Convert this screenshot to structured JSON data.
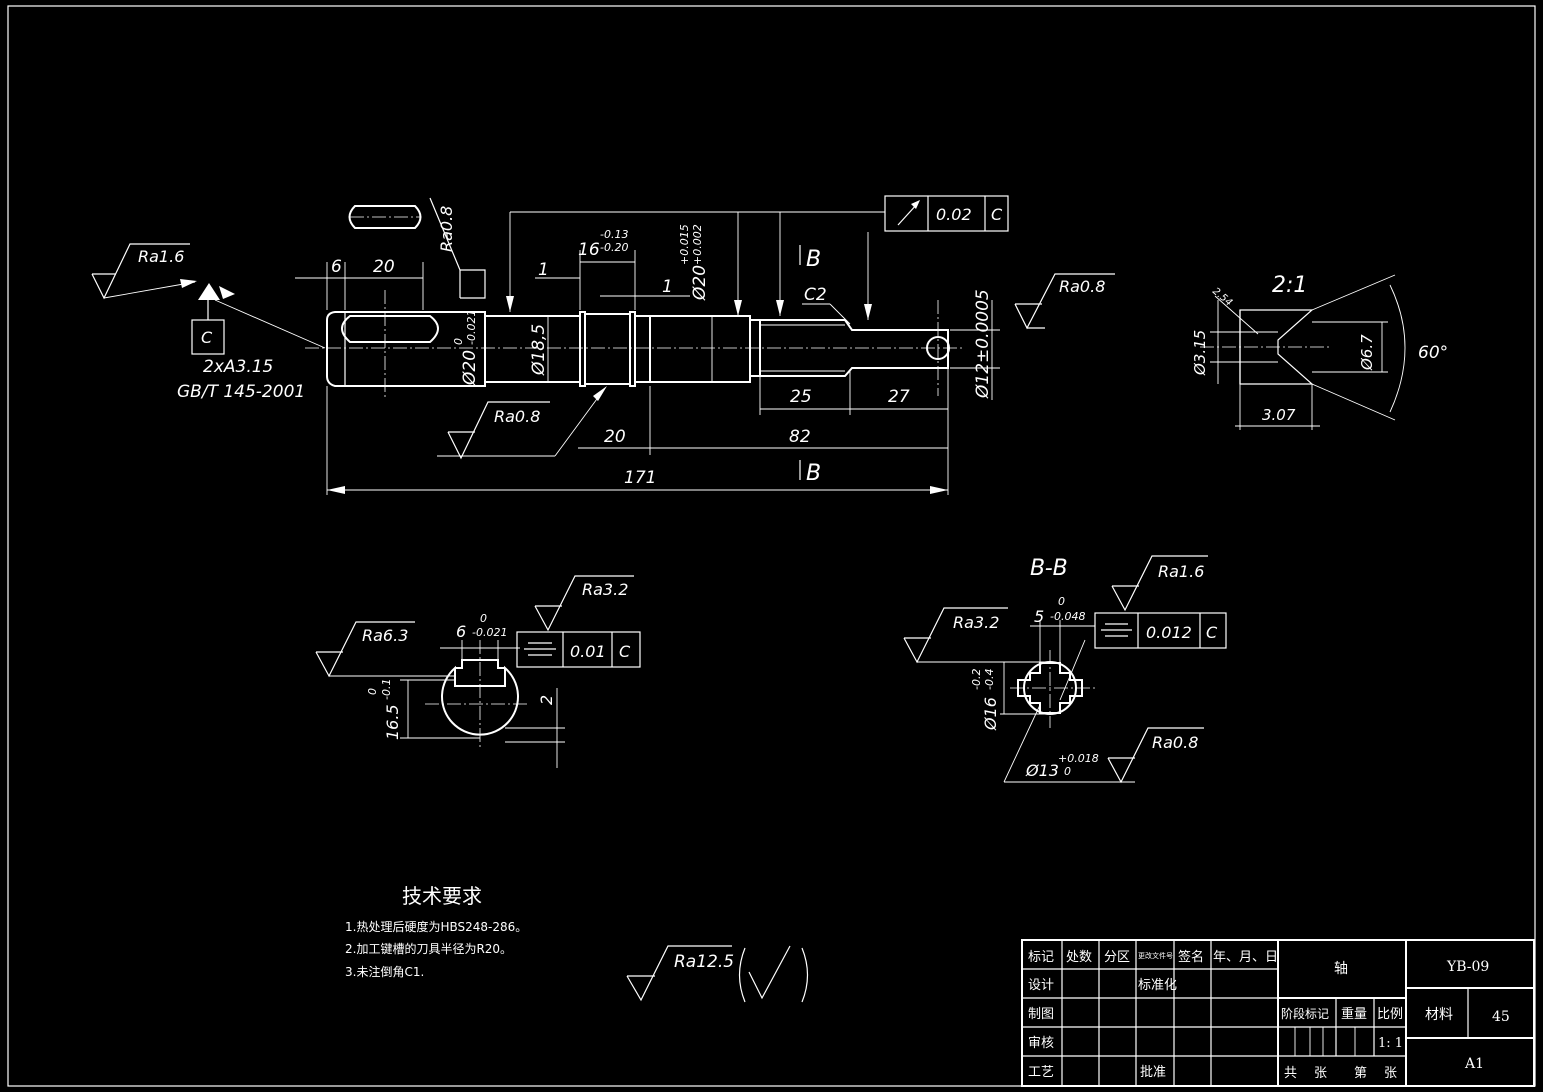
{
  "main_view": {
    "roughness": {
      "left": "Ra1.6",
      "top_key": "Ra0.8",
      "right": "Ra0.8",
      "bottom": "Ra0.8"
    },
    "datum_label": "C",
    "center_hole_note_1": "2xA3.15",
    "center_hole_note_2": "GB/T 145-2001",
    "dims": {
      "d6": "6",
      "d20": "20",
      "d1a": "1",
      "d16": "16",
      "d16_tol_up": "-0.13",
      "d16_tol_lo": "-0.20",
      "d1b": "1",
      "phi20_top": "Ø20",
      "phi20_top_up": "+0.015",
      "phi20_top_lo": "+0.002",
      "phi20_left": "Ø20",
      "phi20_left_up": "0",
      "phi20_left_lo": "-0.021",
      "phi18_5": "Ø18,5",
      "c2": "C2",
      "d25": "25",
      "d27": "27",
      "phi12": "Ø12±0.0005",
      "d20b": "20",
      "d82": "82",
      "d171": "171"
    },
    "section_mark_top": "B",
    "section_mark_bottom": "B",
    "runout_tol": {
      "value": "0.02",
      "datum": "C"
    }
  },
  "detail_view": {
    "scale": "2:1",
    "d254": "2.54",
    "phi3_15": "Ø3.15",
    "phi6_7": "Ø6.7",
    "angle": "60°",
    "d3_07": "3.07"
  },
  "section_a": {
    "roughness_top": "Ra3.2",
    "roughness_left": "Ra6.3",
    "key_width": "6",
    "key_width_up": "0",
    "key_width_lo": "-0.021",
    "sym_tol": {
      "value": "0.01",
      "datum": "C"
    },
    "depth": "16.5",
    "depth_up": "0",
    "depth_lo": "-0.1",
    "d2": "2"
  },
  "section_b": {
    "title": "B-B",
    "roughness_top": "Ra1.6",
    "roughness_left": "Ra3.2",
    "roughness_bottom": "Ra0.8",
    "width": "5",
    "width_up": "0",
    "width_lo": "-0.048",
    "sym_tol": {
      "value": "0.012",
      "datum": "C"
    },
    "phi16": "Ø16",
    "phi16_up": "-0.2",
    "phi16_lo": "-0.4",
    "phi13": "Ø13",
    "phi13_up": "+0.018",
    "phi13_lo": "0"
  },
  "tech_req": {
    "title": "技术要求",
    "items": [
      "1.热处理后硬度为HBS248-286。",
      "2.加工键槽的刀具半径为R20。",
      "3.未注倒角C1."
    ]
  },
  "general_roughness": "Ra12.5",
  "title_block": {
    "h_mark": "标记",
    "h_count": "处数",
    "h_zone": "分区",
    "h_doc": "更改文件号",
    "h_sign": "签名",
    "h_date": "年、月、日",
    "design": "设计",
    "standard": "标准化",
    "draw": "制图",
    "check": "审核",
    "process": "工艺",
    "approve": "批准",
    "part_name": "轴",
    "drawing_no": "YB-09",
    "stage_mark": "阶段标记",
    "weight": "重量",
    "scale_h": "比例",
    "scale_v": "1: 1",
    "material_h": "材料",
    "material_v": "45",
    "total": "共",
    "sheet_unit": "张",
    "sheet_no": "第",
    "sheet_unit2": "张",
    "size": "A1"
  }
}
